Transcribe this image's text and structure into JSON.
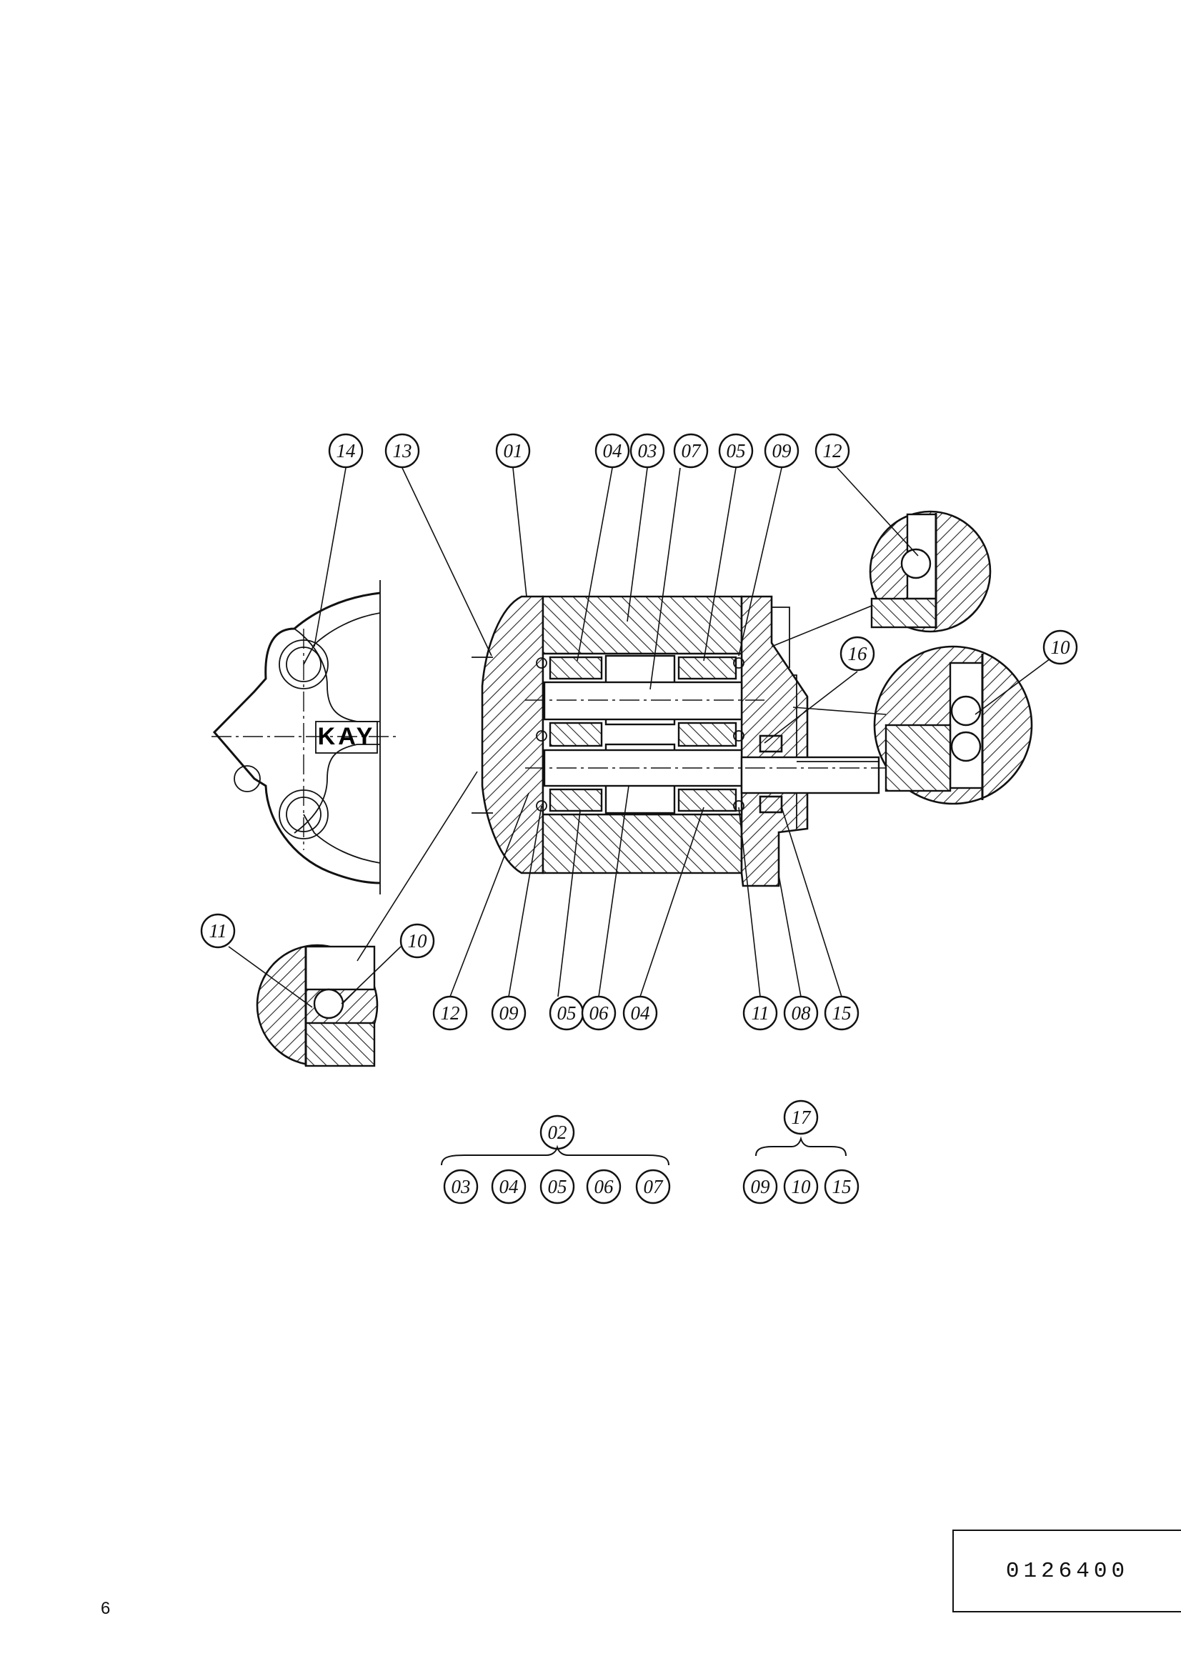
{
  "callouts_top": [
    "14",
    "13",
    "01",
    "04",
    "03",
    "07",
    "05",
    "09",
    "12"
  ],
  "callouts_side": [
    "16",
    "10"
  ],
  "callouts_detail_left": [
    "11",
    "10"
  ],
  "callouts_bottom": [
    "12",
    "09",
    "05",
    "06",
    "04",
    "11",
    "08",
    "15"
  ],
  "assembly_02": {
    "label": "02",
    "parts": [
      "03",
      "04",
      "05",
      "06",
      "07"
    ]
  },
  "assembly_17": {
    "label": "17",
    "parts": [
      "09",
      "10",
      "15"
    ]
  },
  "cover_logo_text": "KAY",
  "document_number": "0126400",
  "page_number": "6"
}
